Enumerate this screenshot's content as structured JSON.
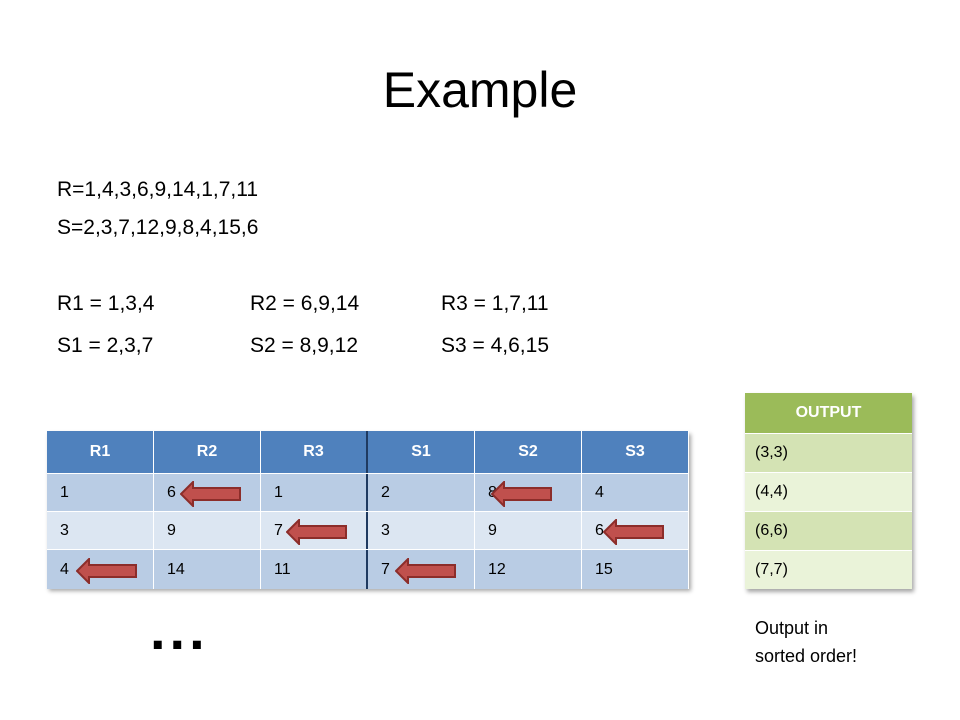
{
  "title": "Example",
  "lines": {
    "r": "R=1,4,3,6,9,14,1,7,11",
    "s": "S=2,3,7,12,9,8,4,15,6",
    "r1": "R1 = 1,3,4",
    "r2": "R2 = 6,9,14",
    "r3": "R3 = 1,7,11",
    "s1": "S1 = 2,3,7",
    "s2": "S2 = 8,9,12",
    "s3": "S3 = 4,6,15"
  },
  "table": {
    "headers": [
      "R1",
      "R2",
      "R3",
      "S1",
      "S2",
      "S3"
    ],
    "rows": [
      [
        "1",
        "6",
        "1",
        "2",
        "8",
        "4"
      ],
      [
        "3",
        "9",
        "7",
        "3",
        "9",
        "6"
      ],
      [
        "4",
        "14",
        "11",
        "7",
        "12",
        "15"
      ]
    ]
  },
  "output": {
    "header": "OUTPUT",
    "rows": [
      "(3,3)",
      "(4,4)",
      "(6,6)",
      "(7,7)"
    ]
  },
  "ellipsis": "...",
  "note": "Output in sorted order!",
  "colors": {
    "table_header": "#4f81bd",
    "table_row_dark": "#b9cce4",
    "table_row_light": "#dce6f2",
    "output_header": "#9bbb59",
    "output_row_dark": "#d4e3b4",
    "output_row_light": "#eaf3d9",
    "arrow_fill": "#c0504d",
    "arrow_stroke": "#8c2d2a"
  }
}
